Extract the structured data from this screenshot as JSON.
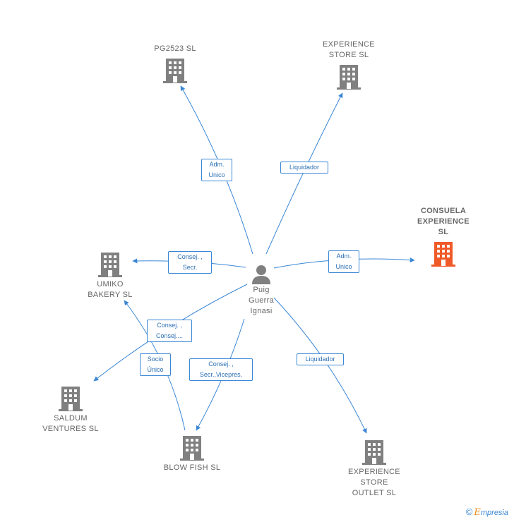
{
  "center": {
    "name": "Puig\nGuerra\nIgnasi",
    "icon": "person-icon"
  },
  "companies": {
    "pg2523": "PG2523  SL",
    "experience_store": "EXPERIENCE\nSTORE SL",
    "consuela": "CONSUELA\nEXPERIENCE\nSL",
    "umiko": "UMIKO\nBAKERY  SL",
    "saldum": "SALDUM\nVENTURES SL",
    "blowfish": "BLOW FISH  SL",
    "outlet": "EXPERIENCE\nSTORE\nOUTLET  SL"
  },
  "roles": {
    "pg2523": "Adm.\nUnico",
    "experience_store": "Liquidador",
    "consuela": "Adm.\nUnico",
    "umiko": "Consej. ,\nSecr.",
    "saldum": "Consej. ,\nConsej....",
    "blowfish_socio": "Socio\nÚnico",
    "blowfish": "Consej. ,\nSecr.,Vicepres.",
    "outlet": "Liquidador"
  },
  "colors": {
    "edge": "#3a87d6",
    "building": "#808080",
    "highlight": "#f05a28"
  },
  "footer": {
    "copyright": "©",
    "brand_first": "E",
    "brand_rest": "mpresia"
  }
}
